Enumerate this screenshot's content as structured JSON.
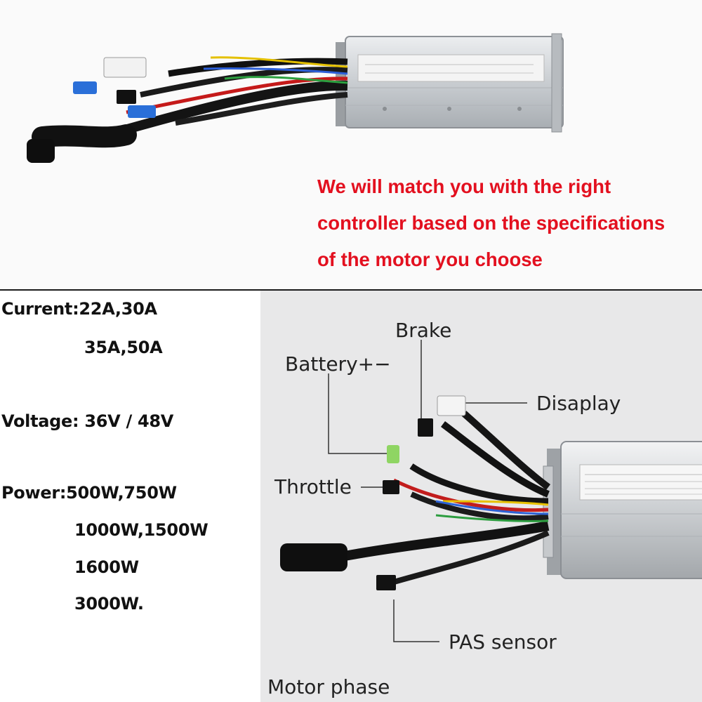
{
  "slogan": {
    "line1": "We will match you with the right",
    "line2": "controller based on the specifications",
    "line3": "of the motor you choose"
  },
  "specs": {
    "current_1": "Current:22A,30A",
    "current_2": "35A,50A",
    "voltage": "Voltage: 36V / 48V",
    "power_1": "Power:500W,750W",
    "power_2": "1000W,1500W",
    "power_3": "1600W",
    "power_4": "3000W."
  },
  "callouts": {
    "brake": "Brake",
    "battery": "Battery+−",
    "display": "Disaplay",
    "throttle": "Throttle",
    "pas": "PAS sensor",
    "motor": "Motor phase"
  },
  "colors": {
    "accent": "#e3101f",
    "text": "#111111",
    "photo_bg": "#e8e8e9"
  }
}
